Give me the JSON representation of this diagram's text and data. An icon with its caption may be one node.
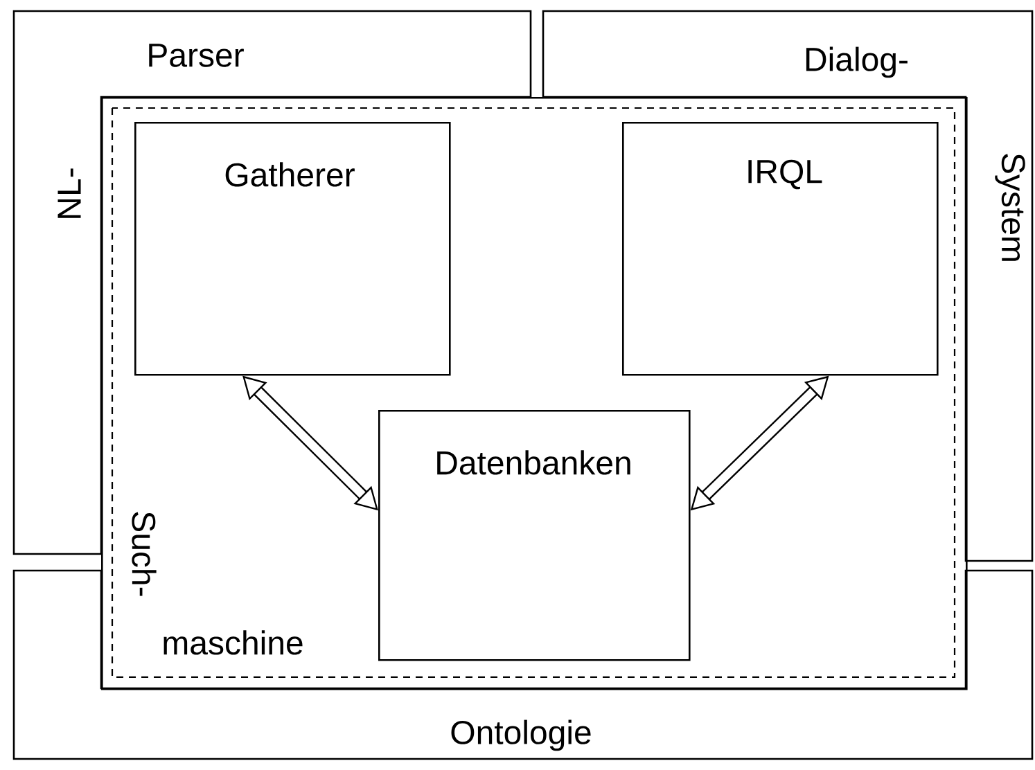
{
  "diagram": {
    "nodes": [
      {
        "text": [
          "NL-",
          "Parser"
        ]
      },
      {
        "text": [
          "Dialog-",
          "System"
        ]
      },
      {
        "text": [
          "Such-",
          "maschine"
        ]
      },
      {
        "text": [
          "Gatherer"
        ],
        "in": 2
      },
      {
        "text": [
          "IRQL"
        ],
        "in": 2
      },
      {
        "text": [
          "Datenbanken"
        ],
        "in": 2
      },
      {
        "text": [
          "Ontologie"
        ]
      }
    ],
    "edges": [
      {
        "from": 3,
        "to": 5,
        "arrow": "both"
      },
      {
        "from": 4,
        "to": 5,
        "arrow": "both"
      }
    ]
  }
}
